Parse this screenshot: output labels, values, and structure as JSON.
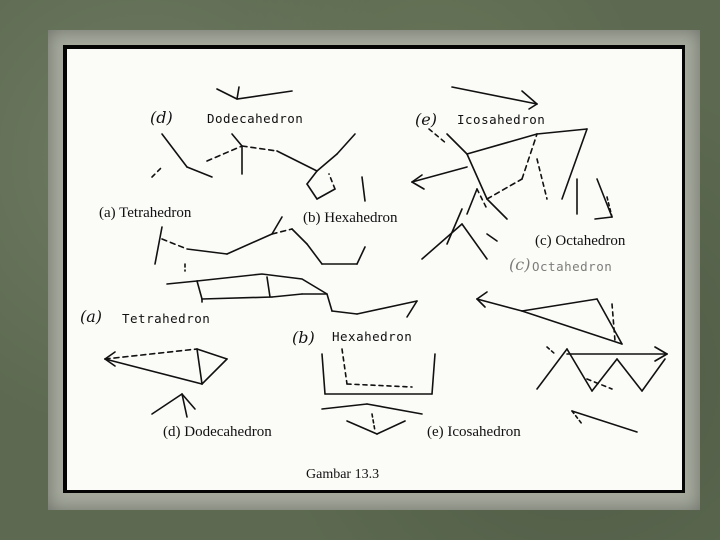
{
  "figure": {
    "caption": "Gambar 13.3",
    "printed_labels": {
      "a": "(a) Tetrahedron",
      "b": "(b) Hexahedron",
      "c": "(c) Octahedron",
      "d": "(d) Dodecahedron",
      "e": "(e) Icosahedron"
    },
    "typed_labels": {
      "dodecahedron": "Dodecahedron",
      "icosahedron": "Icosahedron",
      "tetrahedron": "Tetrahedron",
      "hexahedron": "Hexahedron",
      "octahedron": "Octahedron"
    },
    "handwritten_marks": {
      "d": "(d)",
      "e": "(e)",
      "a": "(a)",
      "b": "(b)",
      "c": "(c)"
    }
  },
  "colors": {
    "frame": "#5d6a51",
    "card": "#a6ab9e",
    "mat": "#050505",
    "paper": "#fbfbf8",
    "ink": "#111111"
  }
}
